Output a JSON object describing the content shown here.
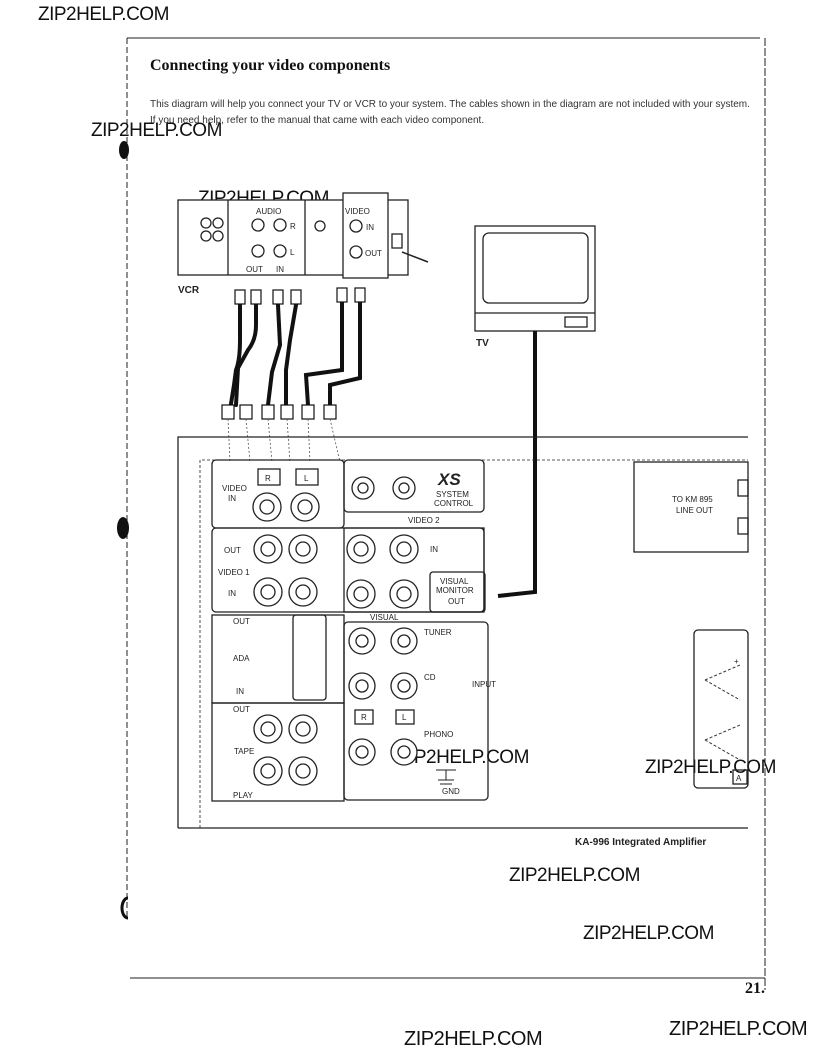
{
  "watermarks": [
    "ZIP2HELP.COM",
    "ZIP2HELP.COM",
    "ZIP2HELP.COM",
    "ZIP2HELP.COM",
    "ZIP2HELP.COM",
    "ZIP2HELP.COM",
    "ZIP2HELP.COM",
    "ZIP2HELP.COM",
    "ZIP2HELP.COM"
  ],
  "page": {
    "title": "Connecting your video components",
    "intro": "This diagram will help you connect your TV or VCR to your system. The cables shown in the diagram are not included with your system. If you need help, refer to the manual that came with each video component.",
    "page_number": "21."
  },
  "diagram": {
    "vcr_label": "VCR",
    "tv_label": "TV",
    "vcr_audio": "AUDIO",
    "vcr_audio_r": "R",
    "vcr_audio_l": "L",
    "vcr_out": "OUT",
    "vcr_in": "IN",
    "vcr_video": "VIDEO",
    "vcr_video_in": "IN",
    "vcr_video_out": "OUT",
    "amp_caption": "KA-996 Integrated Amplifier",
    "panel": {
      "r": "R",
      "l": "L",
      "video1_in_a": "VIDEO",
      "video1_in_b": "IN",
      "xs_logo": "XS",
      "system_control_a": "SYSTEM",
      "system_control_b": "CONTROL",
      "video2": "VIDEO 2",
      "out": "OUT",
      "video1": "VIDEO 1",
      "in": "IN",
      "in_right": "IN",
      "visual_monitor_a": "VISUAL",
      "visual_monitor_b": "MONITOR",
      "visual_monitor_c": "OUT",
      "visual": "VISUAL",
      "tuner": "TUNER",
      "cd": "CD",
      "input": "INPUT",
      "r2": "R",
      "l2": "L",
      "phono": "PHONO",
      "gnd": "GND",
      "ada_out": "OUT",
      "ada": "ADA",
      "ada_in": "IN",
      "tape_out": "OUT",
      "tape": "TAPE",
      "tape_play": "PLAY",
      "right_box_a": "TO KM 895",
      "right_box_b": "LINE OUT",
      "plus": "+",
      "a_label": "A"
    }
  }
}
